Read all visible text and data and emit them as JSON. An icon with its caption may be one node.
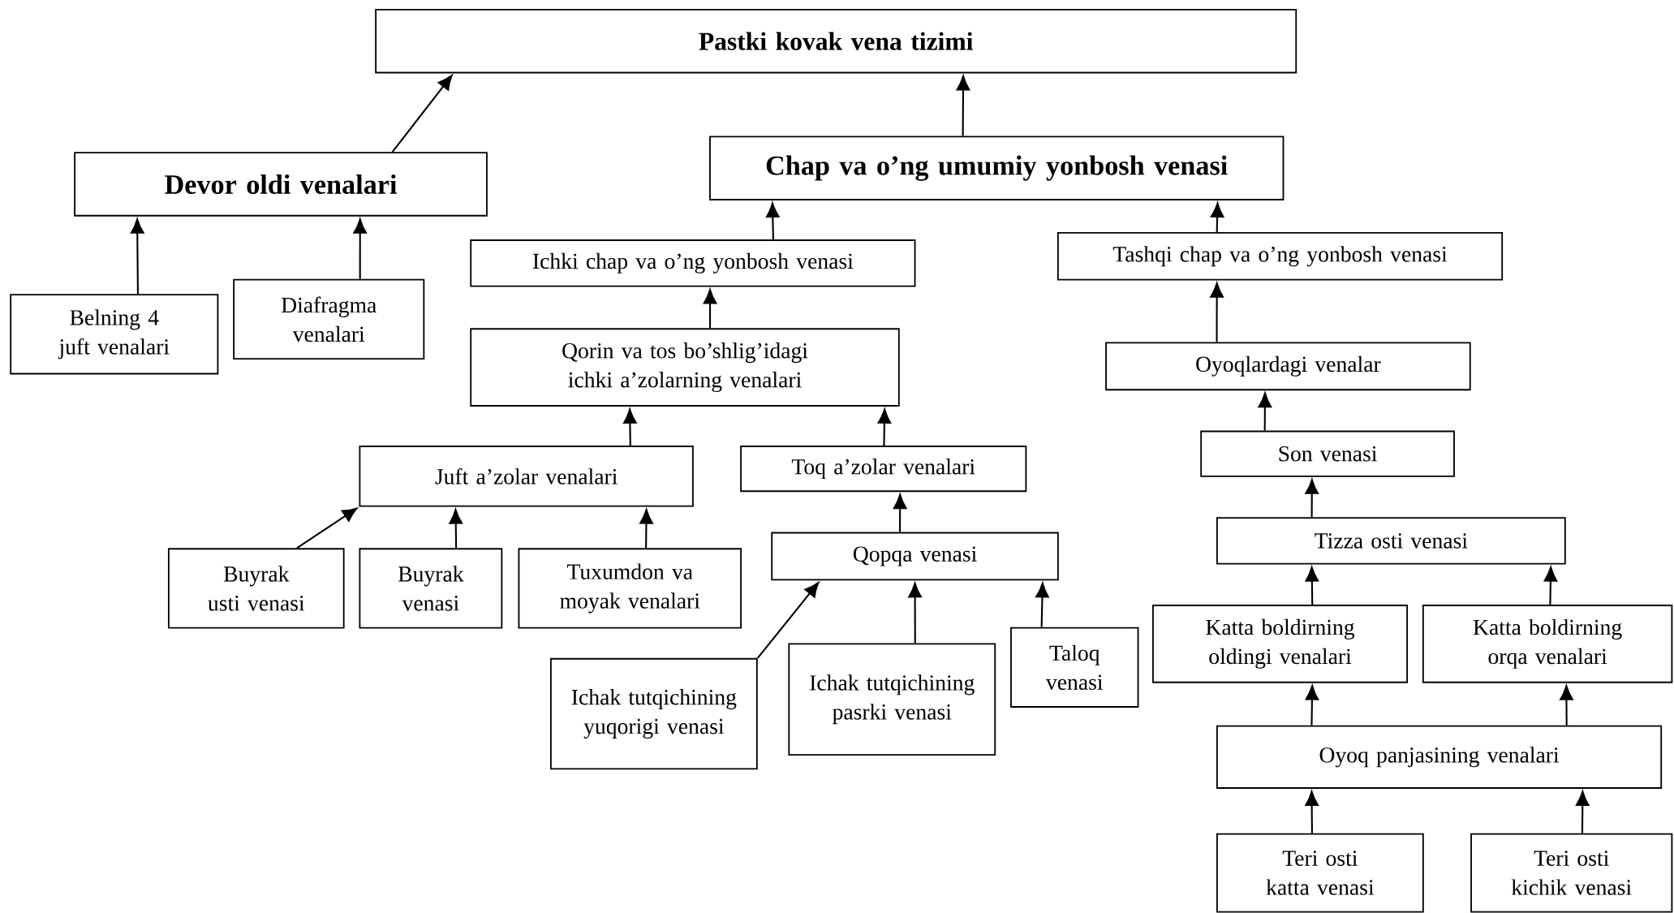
{
  "diagram": {
    "nodes": [
      {
        "text": [
          "Pastki kovak vena tizimi"
        ]
      },
      {
        "text": [
          "Devor oldi venalari"
        ]
      },
      {
        "text": [
          "Chap va o’ng umumiy yonbosh venasi"
        ]
      },
      {
        "text": [
          "Belning 4 juft venalari"
        ]
      },
      {
        "text": [
          "Diafragma venalari"
        ]
      },
      {
        "text": [
          "Ichki chap va o’ng yonbosh venasi"
        ]
      },
      {
        "text": [
          "Tashqi chap va o’ng yonbosh venasi"
        ]
      },
      {
        "text": [
          "Qorin va tos bo’shlig’idagi ichki a’zolarning venalari"
        ]
      },
      {
        "text": [
          "Oyoqlardagi venalar"
        ]
      },
      {
        "text": [
          "Juft a’zolar venalari"
        ]
      },
      {
        "text": [
          "Toq a’zolar venalari"
        ]
      },
      {
        "text": [
          "Son venasi"
        ]
      },
      {
        "text": [
          "Tizza osti venasi"
        ]
      },
      {
        "text": [
          "Buyrak usti venasi"
        ]
      },
      {
        "text": [
          "Buyrak venasi"
        ]
      },
      {
        "text": [
          "Tuxumdon va moyak venalari"
        ]
      },
      {
        "text": [
          "Qopqa venasi"
        ]
      },
      {
        "text": [
          "Katta boldirning oldingi venalari"
        ]
      },
      {
        "text": [
          "Katta boldirning orqa venalari"
        ]
      },
      {
        "text": [
          "Ichak tutqichining yuqorigi venasi"
        ]
      },
      {
        "text": [
          "Ichak tutqichining pasrki venasi"
        ]
      },
      {
        "text": [
          "Taloq venasi"
        ]
      },
      {
        "text": [
          "Oyoq panjasining venalari"
        ]
      },
      {
        "text": [
          "Teri osti katta venasi"
        ]
      },
      {
        "text": [
          "Teri osti kichik venasi"
        ]
      }
    ],
    "edges": [
      {
        "from": 1,
        "to": 0,
        "arrow": "to"
      },
      {
        "from": 2,
        "to": 0,
        "arrow": "to"
      },
      {
        "from": 3,
        "to": 1,
        "arrow": "to"
      },
      {
        "from": 4,
        "to": 1,
        "arrow": "to"
      },
      {
        "from": 5,
        "to": 2,
        "arrow": "to"
      },
      {
        "from": 6,
        "to": 2,
        "arrow": "to"
      },
      {
        "from": 7,
        "to": 5,
        "arrow": "to"
      },
      {
        "from": 8,
        "to": 6,
        "arrow": "to"
      },
      {
        "from": 9,
        "to": 7,
        "arrow": "to"
      },
      {
        "from": 10,
        "to": 7,
        "arrow": "to"
      },
      {
        "from": 11,
        "to": 8,
        "arrow": "to"
      },
      {
        "from": 12,
        "to": 11,
        "arrow": "to"
      },
      {
        "from": 13,
        "to": 9,
        "arrow": "to"
      },
      {
        "from": 14,
        "to": 9,
        "arrow": "to"
      },
      {
        "from": 15,
        "to": 9,
        "arrow": "to"
      },
      {
        "from": 16,
        "to": 10,
        "arrow": "to"
      },
      {
        "from": 17,
        "to": 12,
        "arrow": "to"
      },
      {
        "from": 18,
        "to": 12,
        "arrow": "to"
      },
      {
        "from": 19,
        "to": 16,
        "arrow": "to"
      },
      {
        "from": 20,
        "to": 16,
        "arrow": "to"
      },
      {
        "from": 21,
        "to": 16,
        "arrow": "to"
      },
      {
        "from": 22,
        "to": 17,
        "arrow": "to"
      },
      {
        "from": 22,
        "to": 18,
        "arrow": "to"
      },
      {
        "from": 23,
        "to": 22,
        "arrow": "to"
      },
      {
        "from": 24,
        "to": 22,
        "arrow": "to"
      }
    ]
  }
}
